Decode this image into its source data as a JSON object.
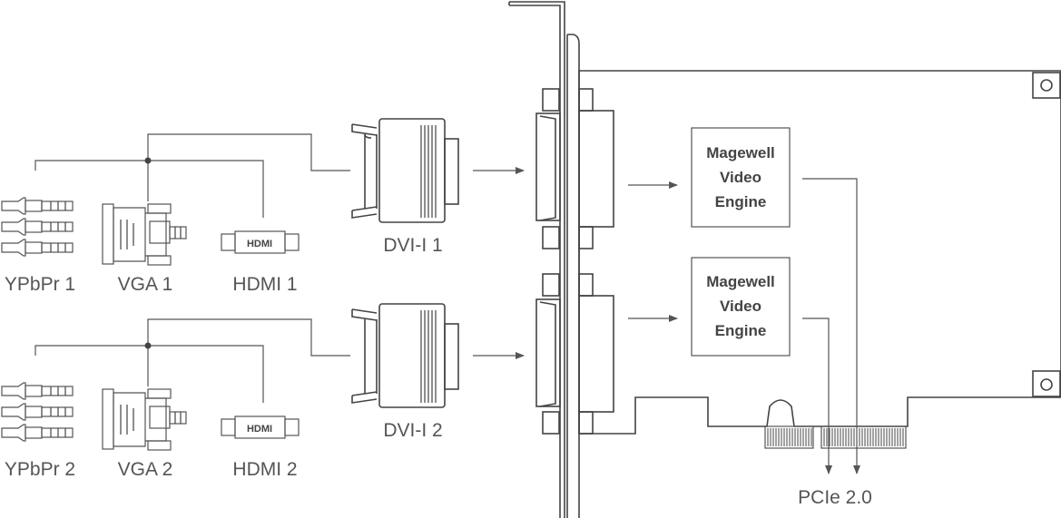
{
  "inputs": [
    {
      "ypbpr": "YPbPr 1",
      "vga": "VGA 1",
      "hdmi": "HDMI 1",
      "hdmi_plug_text": "HDMI",
      "dvi": "DVI-I 1"
    },
    {
      "ypbpr": "YPbPr 2",
      "vga": "VGA 2",
      "hdmi": "HDMI 2",
      "hdmi_plug_text": "HDMI",
      "dvi": "DVI-I 2"
    }
  ],
  "engines": [
    {
      "line1": "Magewell",
      "line2": "Video",
      "line3": "Engine"
    },
    {
      "line1": "Magewell",
      "line2": "Video",
      "line3": "Engine"
    }
  ],
  "bus_label": "PCIe 2.0",
  "colors": {
    "rca_white": "#ffffff",
    "rca_red": "#b0152a",
    "rca_yellow": "#f5ec00",
    "line": "#555555"
  }
}
